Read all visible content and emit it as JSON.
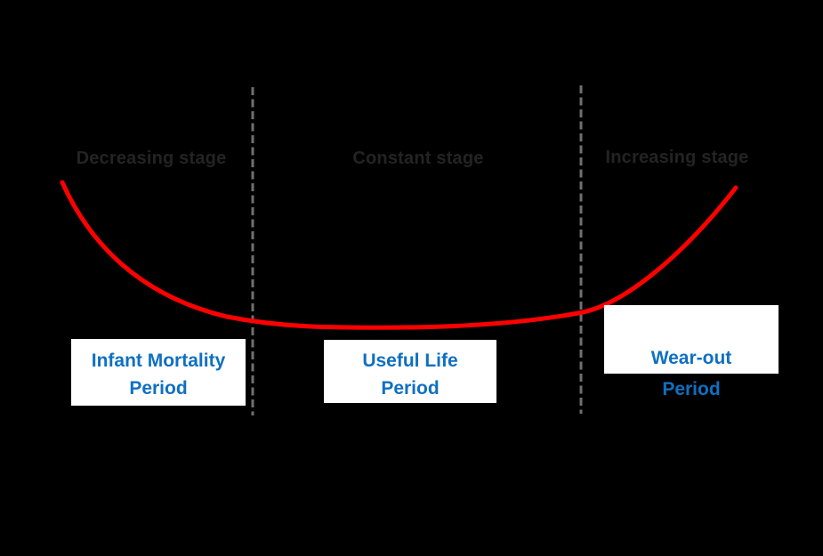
{
  "title": "Bathtub curve diagram",
  "colors": {
    "background": "#000000",
    "curve": "#fe0000",
    "dashed_line": "#6f6f6f",
    "stage_label": "#232323",
    "period_text": "#0f70c2",
    "box_background": "#ffffff"
  },
  "stages": [
    {
      "label": "Decreasing stage"
    },
    {
      "label": "Constant stage"
    },
    {
      "label": "Increasing stage"
    }
  ],
  "periods": [
    {
      "line1": "Infant Mortality",
      "line2": "Period"
    },
    {
      "line1": "Useful Life",
      "line2": "Period"
    },
    {
      "line1": "Wear-out",
      "line2": "Period"
    }
  ],
  "curve": {
    "type": "line",
    "name": "bathtub-curve",
    "shape": "high at start, decreasing to a long flat minimum, then increasing steeply at the end",
    "segments": [
      {
        "stage": "Decreasing stage",
        "period": "Infant Mortality Period"
      },
      {
        "stage": "Constant stage",
        "period": "Useful Life Period"
      },
      {
        "stage": "Increasing stage",
        "period": "Wear-out Period"
      }
    ]
  }
}
